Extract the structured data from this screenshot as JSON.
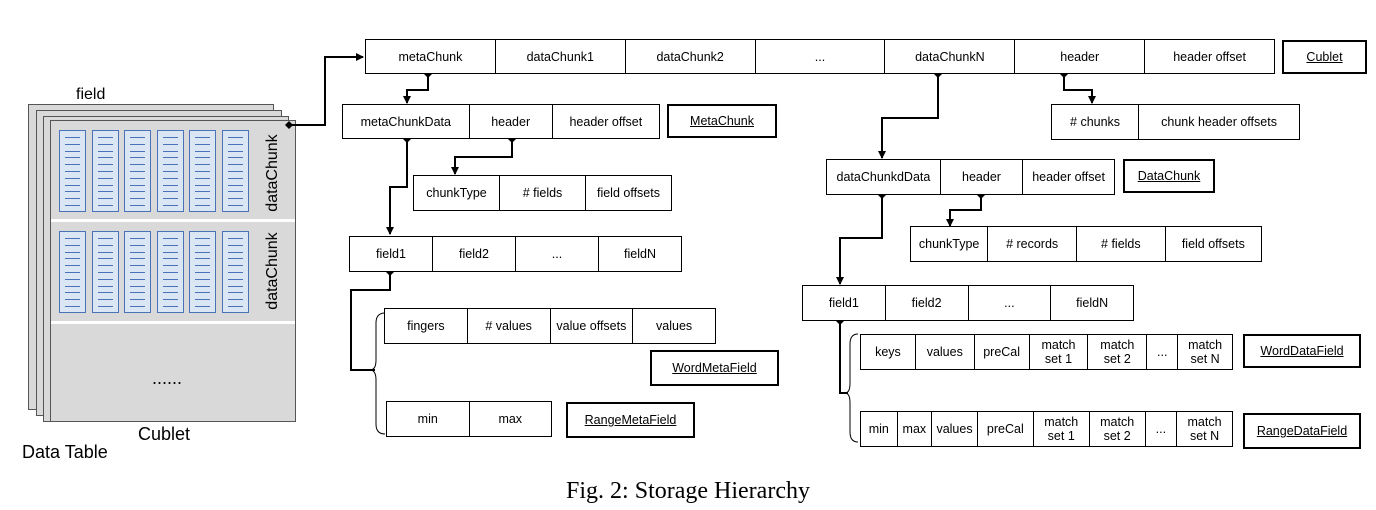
{
  "cublet_row": {
    "cells": [
      "metaChunk",
      "dataChunk1",
      "dataChunk2",
      "...",
      "dataChunkN",
      "header",
      "header offset"
    ],
    "tag": "Cublet"
  },
  "meta_chunk_row": {
    "cells": [
      "metaChunkData",
      "header",
      "header offset"
    ],
    "tag": "MetaChunk"
  },
  "meta_header_row": {
    "cells": [
      "chunkType",
      "# fields",
      "field offsets"
    ]
  },
  "meta_fields_row": {
    "cells": [
      "field1",
      "field2",
      "...",
      "fieldN"
    ]
  },
  "word_meta_field": {
    "cells": [
      "fingers",
      "# values",
      "value offsets",
      "values"
    ],
    "tag": "WordMetaField"
  },
  "range_meta_field": {
    "cells": [
      "min",
      "max"
    ],
    "tag": "RangeMetaField"
  },
  "cublet_header_row": {
    "cells": [
      "# chunks",
      "chunk header offsets"
    ]
  },
  "data_chunk_row": {
    "cells": [
      "dataChunkdData",
      "header",
      "header offset"
    ],
    "tag": "DataChunk"
  },
  "data_header_row": {
    "cells": [
      "chunkType",
      "# records",
      "# fields",
      "field offsets"
    ]
  },
  "data_fields_row": {
    "cells": [
      "field1",
      "field2",
      "...",
      "fieldN"
    ]
  },
  "word_data_field": {
    "cells": [
      "keys",
      "values",
      "preCal",
      "match\nset 1",
      "match\nset 2",
      "...",
      "match\nset N"
    ],
    "tag": "WordDataField"
  },
  "range_data_field": {
    "cells": [
      "min",
      "max",
      "values",
      "preCal",
      "match\nset 1",
      "match\nset 2",
      "...",
      "match\nset N"
    ],
    "tag": "RangeDataField"
  },
  "data_table": {
    "field_label": "field",
    "chunk_label_1": "dataChunk",
    "chunk_label_2": "dataChunk",
    "ellipsis": "......",
    "cublet_label": "Cublet",
    "table_label": "Data Table"
  },
  "caption": "Fig. 2: Storage Hierarchy"
}
